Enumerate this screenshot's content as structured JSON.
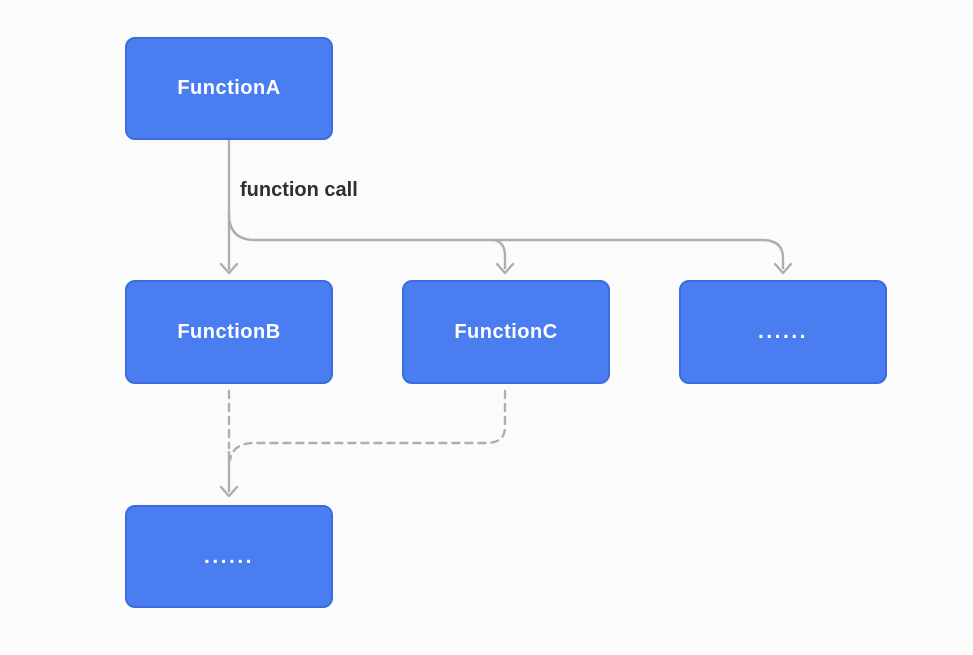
{
  "theme": {
    "background": "#fbfbfb",
    "node_fill": "#4a7df0",
    "node_border": "#3b6cdf",
    "node_text": "#ffffff",
    "connector": "#aeaeae",
    "edge_label_color": "#2f2f2f"
  },
  "nodes": [
    {
      "id": "function-a",
      "label": "FunctionA"
    },
    {
      "id": "function-b",
      "label": "FunctionB"
    },
    {
      "id": "function-c",
      "label": "FunctionC"
    },
    {
      "id": "ellipsis-right",
      "label": "......"
    },
    {
      "id": "ellipsis-bottom",
      "label": "......"
    }
  ],
  "edges": {
    "label": "function call",
    "list": [
      {
        "from": "FunctionA",
        "to": "FunctionB",
        "style": "solid-arrow",
        "label": "function call"
      },
      {
        "from": "FunctionA",
        "to": "FunctionC",
        "style": "solid-arrow",
        "label": "function call"
      },
      {
        "from": "FunctionA",
        "to": "...... (right)",
        "style": "solid-arrow",
        "label": "function call"
      },
      {
        "from": "FunctionB",
        "to": "...... (bottom)",
        "style": "dashed-arrow"
      },
      {
        "from": "FunctionC",
        "to": "...... (bottom)",
        "style": "dashed-arrow"
      }
    ]
  }
}
